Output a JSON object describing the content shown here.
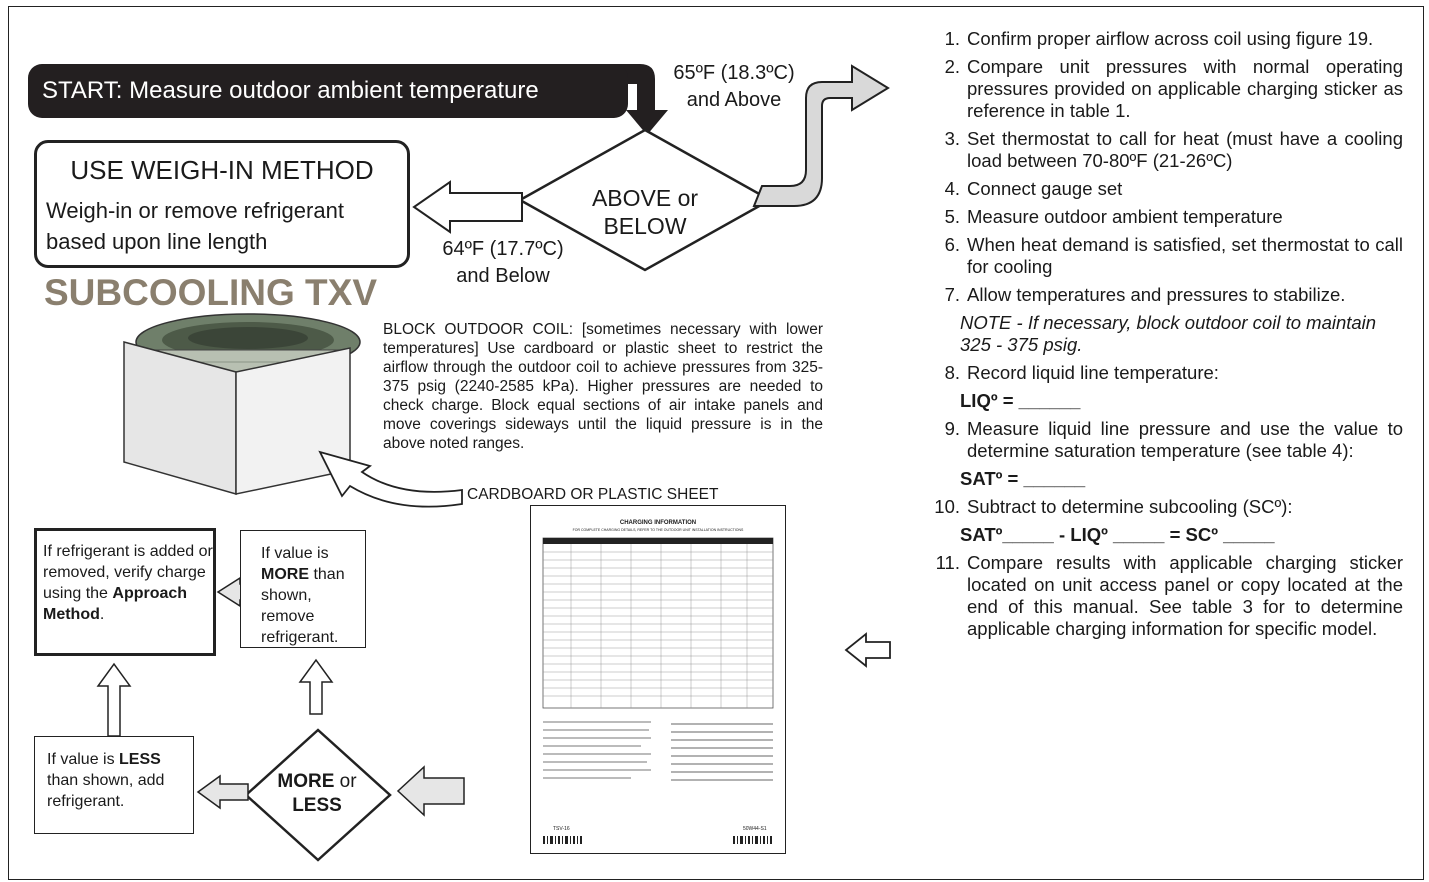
{
  "start": "START: Measure outdoor ambient temperature",
  "above_condition": "65ºF (18.3ºC) and Above",
  "below_condition": "64ºF (17.7ºC) and Below",
  "decision_above_below": "ABOVE or BELOW",
  "weigh_in": {
    "title": "USE WEIGH-IN METHOD",
    "text": "Weigh-in or remove refrigerant based upon line length"
  },
  "section_title": "SUBCOOLING TXV",
  "block_outdoor_coil_note": "BLOCK OUTDOOR COIL: [sometimes necessary with lower temperatures] Use cardboard or plastic sheet to restrict the airflow through the outdoor coil to achieve pressures from 325-375 psig (2240-2585 kPa). Higher pressures are needed to check charge. Block equal sections of air intake panels and move coverings sideways until the liquid pressure is in the above noted ranges.",
  "cardboard_label": "CARDBOARD OR PLASTIC SHEET",
  "decision_more_less": {
    "bold": "MORE",
    "mid": " or",
    "bold2": "LESS"
  },
  "box_less": {
    "pre": "If value is ",
    "bold": "LESS",
    "post": " than shown, add refrigerant."
  },
  "box_more": {
    "pre": "If value is ",
    "bold": "MORE",
    "post": " than shown, remove refrigerant."
  },
  "box_approach": {
    "pre": "If refrigerant is added or removed, verify charge using the ",
    "bold": "Approach Method",
    "post": "."
  },
  "steps": [
    {
      "num": "1.",
      "text": "Confirm proper airflow across coil using figure 19."
    },
    {
      "num": "2.",
      "text": "Compare unit pressures with normal operating pressures provided on applicable charging sticker as reference in table 1."
    },
    {
      "num": "3.",
      "text": "Set thermostat to call for heat (must have a cooling load between 70-80ºF (21-26ºC)"
    },
    {
      "num": "4.",
      "text": "Connect gauge set"
    },
    {
      "num": "5.",
      "text": "Measure outdoor ambient temperature"
    },
    {
      "num": "6.",
      "text": "When heat demand is satisfied, set thermostat to call for cooling"
    },
    {
      "num": "7.",
      "text": "Allow temperatures and pressures to stabilize."
    },
    {
      "num": "8.",
      "text": "Record liquid line temperature:"
    },
    {
      "num": "9.",
      "text": "Measure liquid line pressure and use the value to determine saturation temperature (see table 4):"
    },
    {
      "num": "10.",
      "text": "Subtract to determine subcooling (SCº):"
    },
    {
      "num": "11.",
      "text": "Compare results with applicable charging sticker located on unit access panel or copy located at the end of this manual. See table 3 for to determine applicable charging information for specific model."
    }
  ],
  "note7": "NOTE - If necessary, block outdoor coil to maintain 325 - 375 psig.",
  "liq_blank": "LIQº = ______",
  "sat_blank": "SATº = ______",
  "subcool_formula": "SATº_____ - LIQº _____ = SCº _____",
  "sheet": {
    "title": "CHARGING INFORMATION",
    "subtitle": "FOR COMPLETE CHARGING DETAILS, REFER TO THE OUTDOOR UNIT INSTALLATION INSTRUCTIONS",
    "footer_left": "TSV-16",
    "footer_right": "50W44-S1"
  }
}
